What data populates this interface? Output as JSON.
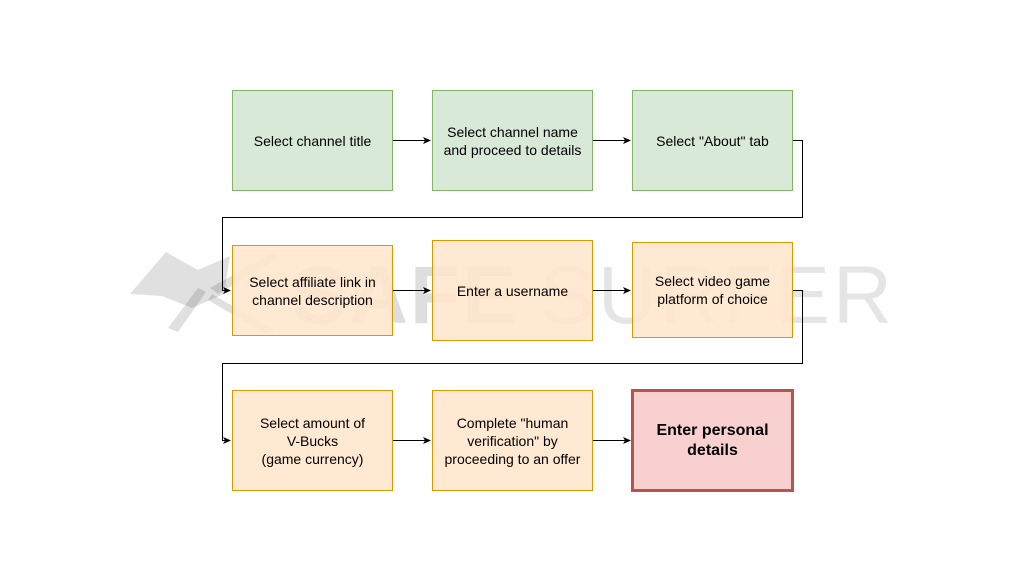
{
  "watermark": {
    "brand_bold": "SAFE",
    "brand_light": "SURFER",
    "logo_icon": "flag-logo-icon"
  },
  "colors": {
    "green_fill": "#d5e8d4",
    "green_stroke": "#82b366",
    "orange_fill": "#ffe6cc",
    "orange_stroke": "#d79b00",
    "red_fill": "#f8cecc",
    "red_stroke": "#b85450"
  },
  "steps": [
    {
      "id": "select-channel-title",
      "label": "Select channel title"
    },
    {
      "id": "select-channel-name",
      "label": "Select channel name\nand proceed to details"
    },
    {
      "id": "select-about-tab",
      "label": "Select \"About\" tab"
    },
    {
      "id": "select-affiliate-link",
      "label": "Select affiliate link in\nchannel description"
    },
    {
      "id": "enter-username",
      "label": "Enter a username"
    },
    {
      "id": "select-platform",
      "label": "Select video game\nplatform of choice"
    },
    {
      "id": "select-vbucks-amount",
      "label": "Select amount of\nV-Bucks\n(game currency)"
    },
    {
      "id": "complete-human-verification",
      "label": "Complete \"human\nverification\" by\nproceeding to an offer"
    },
    {
      "id": "enter-personal-details",
      "label": "Enter personal\ndetails"
    }
  ]
}
